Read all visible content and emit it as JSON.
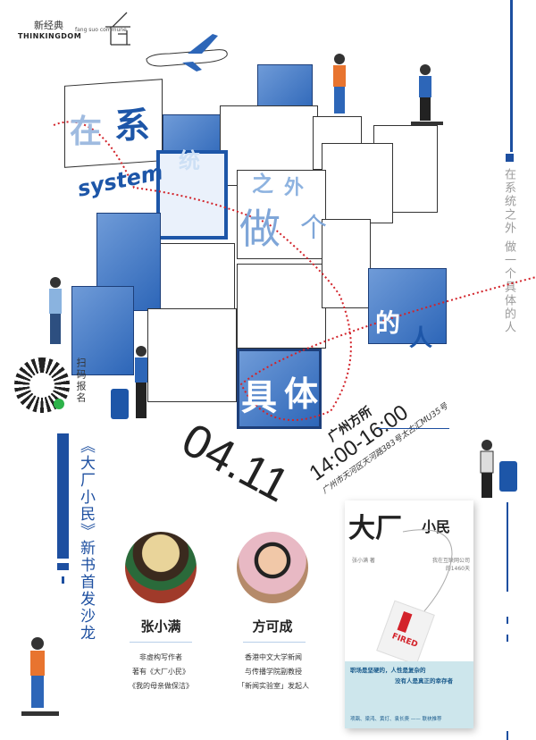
{
  "logos": {
    "publisher_cn": "新经典",
    "publisher_en": "THINKINGDOM",
    "venue_logo_text": "fang suo commune"
  },
  "slogan": "在系统之外 做一个具体的人",
  "cube_characters": {
    "zai": "在",
    "xi": "系",
    "tong": "统",
    "zhi": "之",
    "wai": "外",
    "zuo": "做",
    "yi_ge": "个",
    "de": "的",
    "ren": "人",
    "ju": "具",
    "ti": "体"
  },
  "system_word": "system",
  "event": {
    "date": "04.11",
    "venue": "广州方所",
    "time": "14:00-16:00",
    "address": "广州市天河区天河路383号太古汇MU35号"
  },
  "qr": {
    "label": "扫码报名"
  },
  "event_title": "《大厂小民》新书首发沙龙",
  "speakers": [
    {
      "name": "张小满",
      "desc": [
        "非虚构写作者",
        "著有《大厂小民》",
        "《我的母亲做保洁》"
      ]
    },
    {
      "name": "方可成",
      "desc": [
        "香港中文大学新闻",
        "与传播学院副教授",
        "「新闻实验室」发起人"
      ]
    }
  ],
  "book": {
    "title_big": "大厂",
    "title_small": "小民",
    "author": "张小满 著",
    "subtitle": "我在互联网公司的1460天",
    "badge_text": "FIRED",
    "quote_1": "职场是坚硬的，人性是复杂的",
    "quote_2": "没有人是真正的幸存者",
    "recommenders": "项飙、梁鸿、黄灯、袁长庚 —— 联袂推荐"
  },
  "colors": {
    "brand_blue": "#1d4fa0",
    "dotted_red": "#d2232a"
  }
}
